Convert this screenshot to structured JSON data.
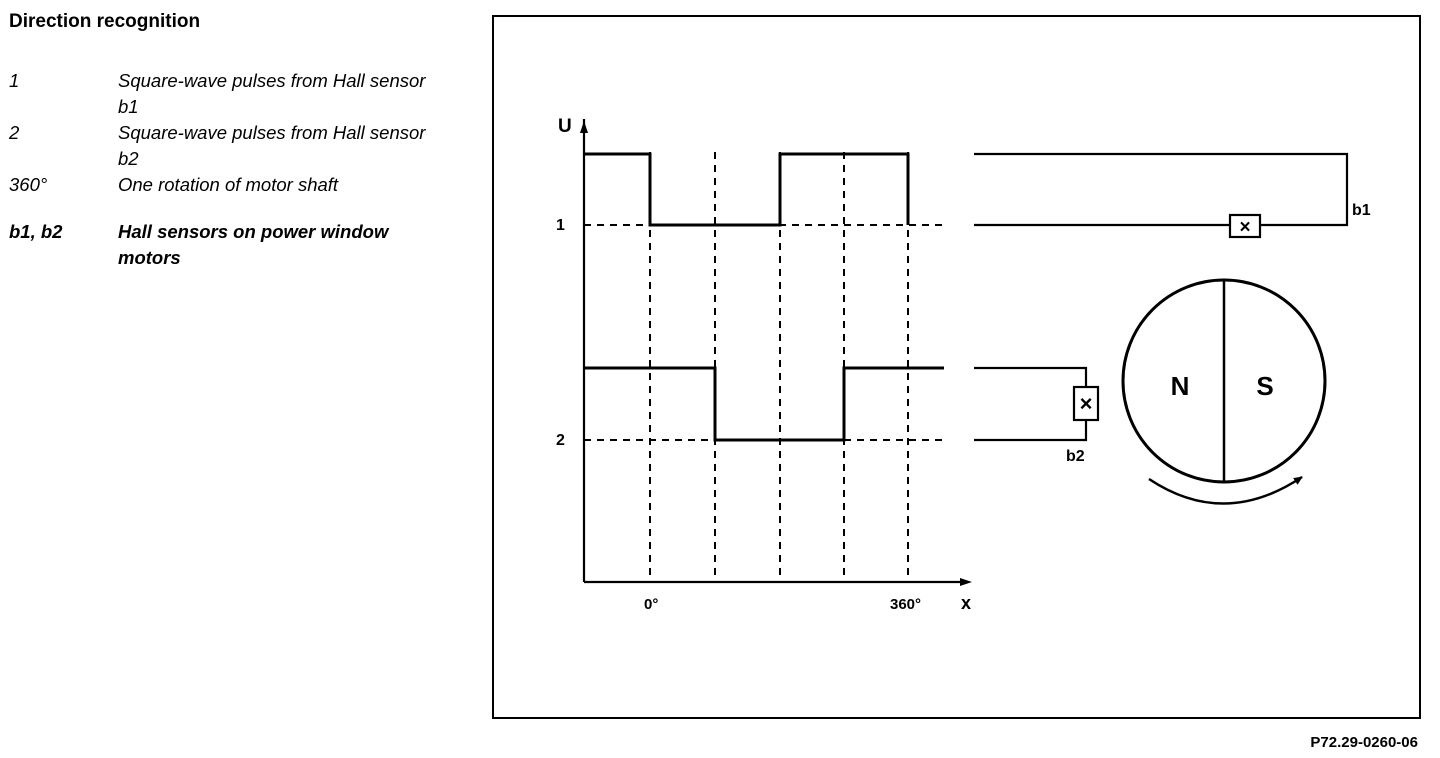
{
  "heading": "Direction recognition",
  "legend": [
    {
      "key": "1",
      "desc": "Square-wave pulses from Hall sensor b1"
    },
    {
      "key": "2",
      "desc": "Square-wave pulses from Hall sensor b2"
    },
    {
      "key": "360°",
      "desc": "One rotation of motor shaft"
    },
    {
      "key": "b1, b2",
      "desc": "Hall sensors on power window motors"
    }
  ],
  "diagram": {
    "y_axis_label": "U",
    "x_axis_label": "x",
    "x_ticks": [
      "0°",
      "360°"
    ],
    "signal_labels": [
      "1",
      "2"
    ],
    "sensor_labels": [
      "b1",
      "b2"
    ],
    "sensor_glyph": "×",
    "magnet_poles": [
      "N",
      "S"
    ]
  },
  "figure_code": "P72.29-0260-06"
}
